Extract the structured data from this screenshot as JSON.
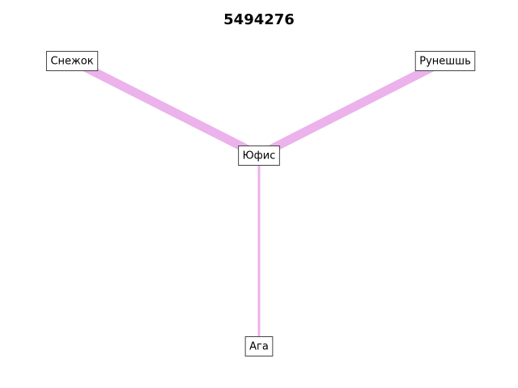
{
  "title": "5494276",
  "edge_color": "#ebb2eb",
  "nodes": [
    {
      "id": "snezhok",
      "label": "Снежок"
    },
    {
      "id": "runeshsh",
      "label": "Рунешшь"
    },
    {
      "id": "yufis",
      "label": "Юфис"
    },
    {
      "id": "aga",
      "label": "Ага"
    }
  ],
  "edges": [
    {
      "source": "yufis",
      "target": "snezhok",
      "weight": 3
    },
    {
      "source": "yufis",
      "target": "runeshsh",
      "weight": 3
    },
    {
      "source": "yufis",
      "target": "aga",
      "weight": 1
    }
  ]
}
